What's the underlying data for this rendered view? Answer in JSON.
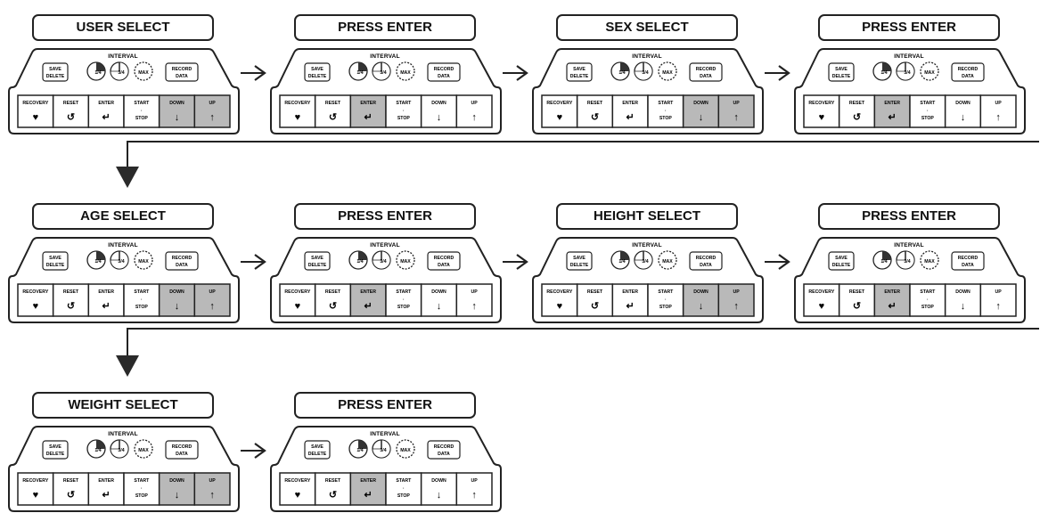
{
  "steps": [
    {
      "label": "USER SELECT",
      "highlight": [
        "down",
        "up"
      ]
    },
    {
      "label": "PRESS ENTER",
      "highlight": [
        "enter"
      ]
    },
    {
      "label": "SEX SELECT",
      "highlight": [
        "down",
        "up"
      ]
    },
    {
      "label": "PRESS ENTER",
      "highlight": [
        "enter"
      ]
    },
    {
      "label": "AGE SELECT",
      "highlight": [
        "down",
        "up"
      ]
    },
    {
      "label": "PRESS ENTER",
      "highlight": [
        "enter"
      ]
    },
    {
      "label": "HEIGHT SELECT",
      "highlight": [
        "down",
        "up"
      ]
    },
    {
      "label": "PRESS ENTER",
      "highlight": [
        "enter"
      ]
    },
    {
      "label": "WEIGHT SELECT",
      "highlight": [
        "down",
        "up"
      ]
    },
    {
      "label": "PRESS ENTER",
      "highlight": [
        "enter"
      ]
    }
  ],
  "console": {
    "interval_label": "INTERVAL",
    "save_delete": [
      "SAVE",
      "DELETE"
    ],
    "dial_labels": [
      "1/4",
      "3/4",
      "MAX"
    ],
    "record_data": [
      "RECORD",
      "DATA"
    ],
    "buttons": [
      {
        "id": "recovery",
        "label": "RECOVERY",
        "glyph": "♥"
      },
      {
        "id": "reset",
        "label": "RESET",
        "glyph": "↺"
      },
      {
        "id": "enter",
        "label": "ENTER",
        "glyph": "↵"
      },
      {
        "id": "start_stop",
        "label": "START",
        "label2": "STOP",
        "glyph": ""
      },
      {
        "id": "down",
        "label": "DOWN",
        "glyph": "↓"
      },
      {
        "id": "up",
        "label": "UP",
        "glyph": "↑"
      }
    ]
  },
  "colors": {
    "highlight": "#b9b9b9",
    "line": "#222222",
    "panel": "#ffffff"
  }
}
